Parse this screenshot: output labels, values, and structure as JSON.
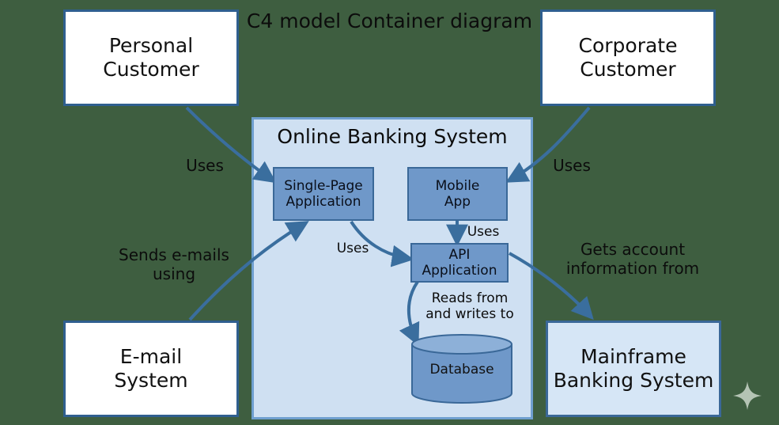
{
  "title": "C4 model Container diagram",
  "people": {
    "personal": "Personal\nCustomer",
    "corporate": "Corporate\nCustomer"
  },
  "system_boundary": {
    "title": "Online Banking System"
  },
  "containers": {
    "spa": "Single-Page\nApplication",
    "mobile": "Mobile\nApp",
    "api": "API\nApplication",
    "database": "Database"
  },
  "external_systems": {
    "email": "E-mail\nSystem",
    "mainframe": "Mainframe\nBanking System"
  },
  "relationships": {
    "personal_uses": "Uses",
    "corporate_uses": "Uses",
    "spa_uses_api": "Uses",
    "mobile_uses_api": "Uses",
    "email_sends": "Sends e-mails\nusing",
    "api_reads_db": "Reads from\nand writes to",
    "api_gets_mainframe": "Gets account\ninformation from"
  },
  "colors": {
    "background": "#3e5e40",
    "person_fill": "#ffffff",
    "boundary_fill": "#cfe0f2",
    "container_fill": "#6f98c9",
    "mainframe_fill": "#d6e6f6",
    "edge": "#3a6e9e"
  },
  "icons": [
    "sparkle-icon"
  ]
}
